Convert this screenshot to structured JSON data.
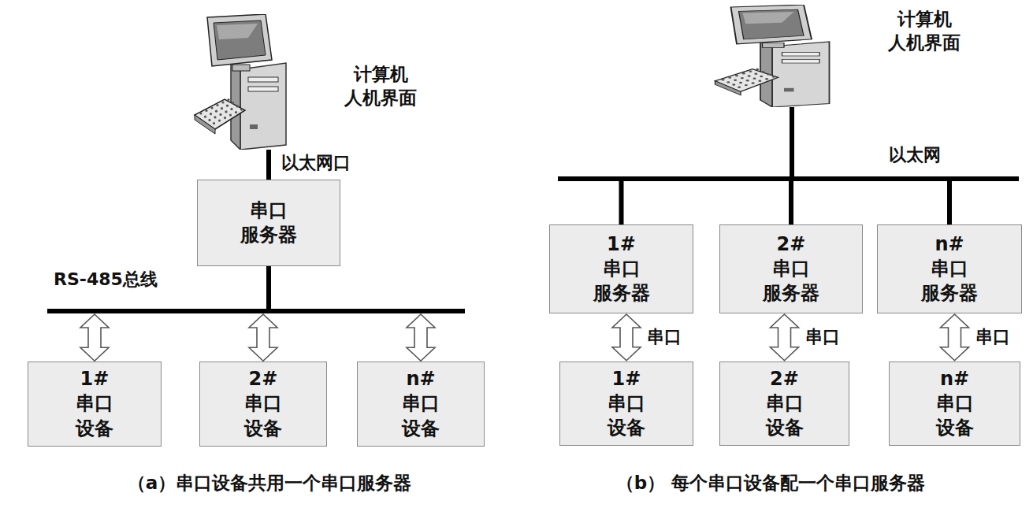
{
  "diagram": {
    "nodes": [
      {
        "text": [
          "计算机 人机界面"
        ]
      },
      {
        "text": [
          "串口 服务器"
        ]
      },
      {
        "text": [
          "1#串口 设备"
        ]
      },
      {
        "text": [
          "2#串口 设备"
        ]
      },
      {
        "text": [
          "n#串口 设备"
        ]
      },
      {
        "text": [
          "计算机 人机界面"
        ]
      },
      {
        "text": [
          "1#串口 服务器"
        ]
      },
      {
        "text": [
          "2#串口 服务器"
        ]
      },
      {
        "text": [
          "n#串口 服务器"
        ]
      },
      {
        "text": [
          "1#串口 设备"
        ]
      },
      {
        "text": [
          "2#串口 设备"
        ]
      },
      {
        "text": [
          "n#串口 设备"
        ]
      }
    ],
    "edges": [
      {
        "from": 0,
        "to": 1,
        "arrow": "none",
        "label": "以太网口"
      },
      {
        "from": 1,
        "to": 2,
        "arrow": "both"
      },
      {
        "from": 1,
        "to": 3,
        "arrow": "both"
      },
      {
        "from": 1,
        "to": 4,
        "arrow": "both"
      },
      {
        "from": 5,
        "to": 6,
        "arrow": "none"
      },
      {
        "from": 5,
        "to": 7,
        "arrow": "none"
      },
      {
        "from": 5,
        "to": 8,
        "arrow": "none"
      },
      {
        "from": 6,
        "to": 9,
        "arrow": "both",
        "label": "串口"
      },
      {
        "from": 7,
        "to": 10,
        "arrow": "both",
        "label": "串口"
      },
      {
        "from": 8,
        "to": 11,
        "arrow": "both",
        "label": "串口"
      }
    ],
    "labels": [
      "RS-485总线",
      "以太网",
      "（a）串口设备共用一个串口服务器",
      "（b） 每个串口设备配一个串口服务器"
    ]
  }
}
